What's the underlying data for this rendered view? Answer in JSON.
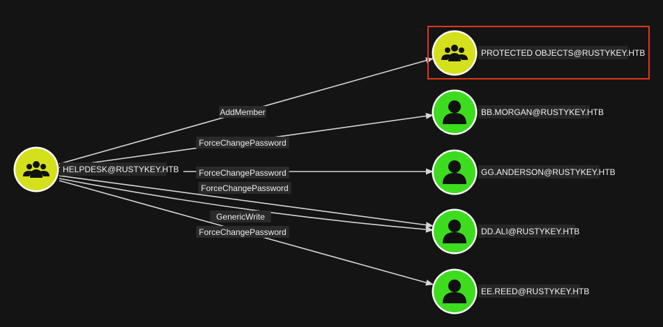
{
  "colors": {
    "background": "#141414",
    "group_node": "#d4e01c",
    "user_node": "#3ddc1f",
    "edge": "#d6d6d6",
    "highlight": "#e0371c"
  },
  "graph": {
    "nodes": [
      {
        "id": "helpdesk",
        "label": "HELPDESK@RUSTYKEY.HTB",
        "kind": "group",
        "icon": "group-icon"
      },
      {
        "id": "protected",
        "label": "PROTECTED OBJECTS@RUSTYKEY.HTB",
        "kind": "group",
        "icon": "group-icon",
        "highlighted": true
      },
      {
        "id": "bbmorgan",
        "label": "BB.MORGAN@RUSTYKEY.HTB",
        "kind": "user",
        "icon": "user-icon"
      },
      {
        "id": "gganderson",
        "label": "GG.ANDERSON@RUSTYKEY.HTB",
        "kind": "user",
        "icon": "user-icon"
      },
      {
        "id": "ddali",
        "label": "DD.ALI@RUSTYKEY.HTB",
        "kind": "user",
        "icon": "user-icon"
      },
      {
        "id": "eereed",
        "label": "EE.REED@RUSTYKEY.HTB",
        "kind": "user",
        "icon": "user-icon"
      }
    ],
    "edges": [
      {
        "from": "helpdesk",
        "to": "protected",
        "label": "AddMember"
      },
      {
        "from": "helpdesk",
        "to": "bbmorgan",
        "label": "ForceChangePassword"
      },
      {
        "from": "helpdesk",
        "to": "gganderson",
        "label": "ForceChangePassword"
      },
      {
        "from": "helpdesk",
        "to": "ddali",
        "label": "ForceChangePassword"
      },
      {
        "from": "helpdesk",
        "to": "ddali",
        "label": "GenericWrite"
      },
      {
        "from": "helpdesk",
        "to": "eereed",
        "label": "ForceChangePassword"
      }
    ]
  }
}
